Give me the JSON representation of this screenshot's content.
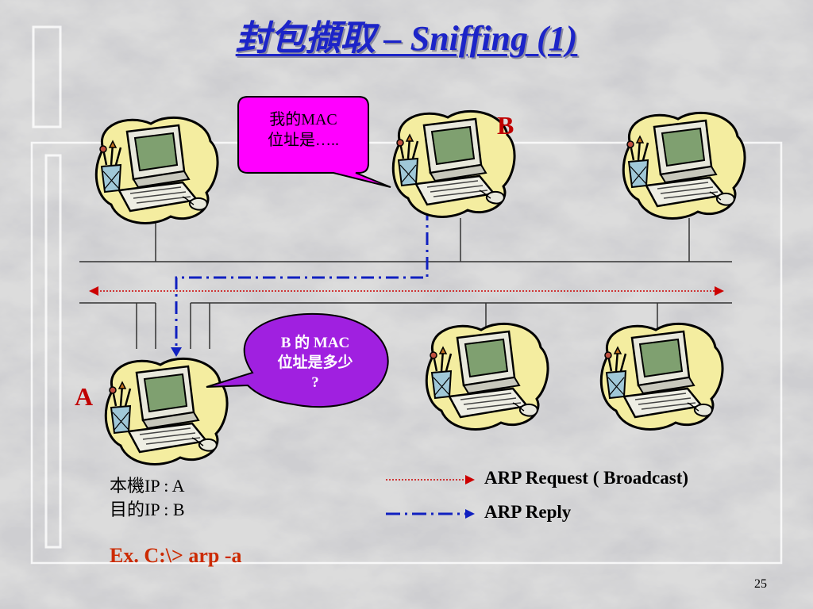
{
  "slide": {
    "title": "封包擷取 – Sniffing (1)",
    "page_number": "25"
  },
  "nodes": {
    "a_label": "A",
    "b_label": "B"
  },
  "bubbles": {
    "reply_line1": "我的MAC",
    "reply_line2": "位址是…..",
    "request_line1": "B 的 MAC",
    "request_line2": "位址是多少",
    "request_line3": "?"
  },
  "info": {
    "local_ip": "本機IP : A",
    "dest_ip": "目的IP : B"
  },
  "legend": {
    "request_label": "ARP Request ( Broadcast)",
    "reply_label": "ARP Reply"
  },
  "example": "Ex. C:\\> arp -a",
  "colors": {
    "title": "#1c24c8",
    "node_label": "#c00000",
    "bubble_fill": "#ff00ff",
    "request_arrow": "#cc0000",
    "reply_arrow": "#1020c0",
    "example": "#cc2a00"
  },
  "icons": [
    "computer-icon"
  ]
}
